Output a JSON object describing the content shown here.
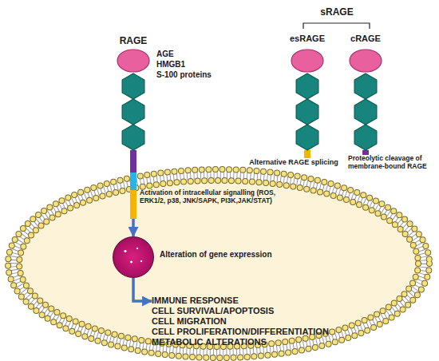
{
  "diagram": {
    "nodes": [
      {
        "text": [
          "RAGE"
        ]
      },
      {
        "text": [
          "esRAGE",
          "Alternative RAGE splicing"
        ]
      },
      {
        "text": [
          "cRAGE",
          "Proteolytic cleavage of membrane-bound RAGE"
        ]
      },
      {
        "text": [
          "Alteration of gene expression"
        ]
      },
      {
        "text": [
          "IMMUNE RESPONSE",
          "CELL SURVIVAL/APOPTOSIS",
          "CELL MIGRATION",
          "CELL PROLIFERATION/DIFFERENTIATION",
          "METABOLIC ALTERATIONS"
        ]
      }
    ],
    "edges": [
      {
        "from": 0,
        "to": 3,
        "arrow": "to",
        "label": "Activation of intracellular signalling (ROS, ERK1/2, p38, JNK/SAPK, PI3K,JAK/STAT)"
      },
      {
        "from": 3,
        "to": 4,
        "arrow": "to"
      }
    ],
    "labels": [
      "sRAGE",
      "AGE",
      "HMGB1",
      "S-100 proteins"
    ]
  }
}
